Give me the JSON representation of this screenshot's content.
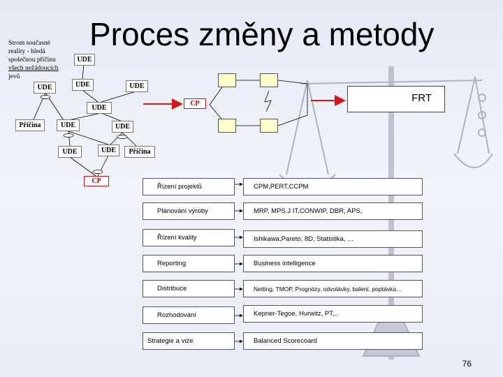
{
  "title": "Proces změny a metody",
  "side_note": [
    "Strom současné",
    "reality - hledá",
    "společnou příčinu",
    "všech nežádoucích",
    "jevů"
  ],
  "tree": {
    "ude_label": "UDE",
    "cause_label": "Příčina",
    "cp_label": "CP",
    "frt_label": "FRT"
  },
  "methods": [
    {
      "area": "Řízení projektů",
      "methods": "CPM,PERT,CCPM"
    },
    {
      "area": "Plánování výroby",
      "methods": "MRP, MPS.J IT,CONWIP, DBR, APS,"
    },
    {
      "area": "Řízení kvality",
      "methods": "Ishikawa,Pareto, 8D, Statistika, …"
    },
    {
      "area": "Reporting",
      "methods": "Business intelligence"
    },
    {
      "area": "Distribuce",
      "methods": "Netting, TMOP, Prognózy, odvolávky, balení, poptávka…"
    },
    {
      "area": "Rozhodování",
      "methods": "Kepner-Tegoe, Hurwitz, PT,.."
    },
    {
      "area": "Strategie a vize",
      "methods": "Balanced Scorecoard"
    }
  ],
  "page_number": "76",
  "colors": {
    "arrow_red": "#d81818",
    "cp_text": "#c00000",
    "frt_box_fill": "#fefdcc"
  }
}
